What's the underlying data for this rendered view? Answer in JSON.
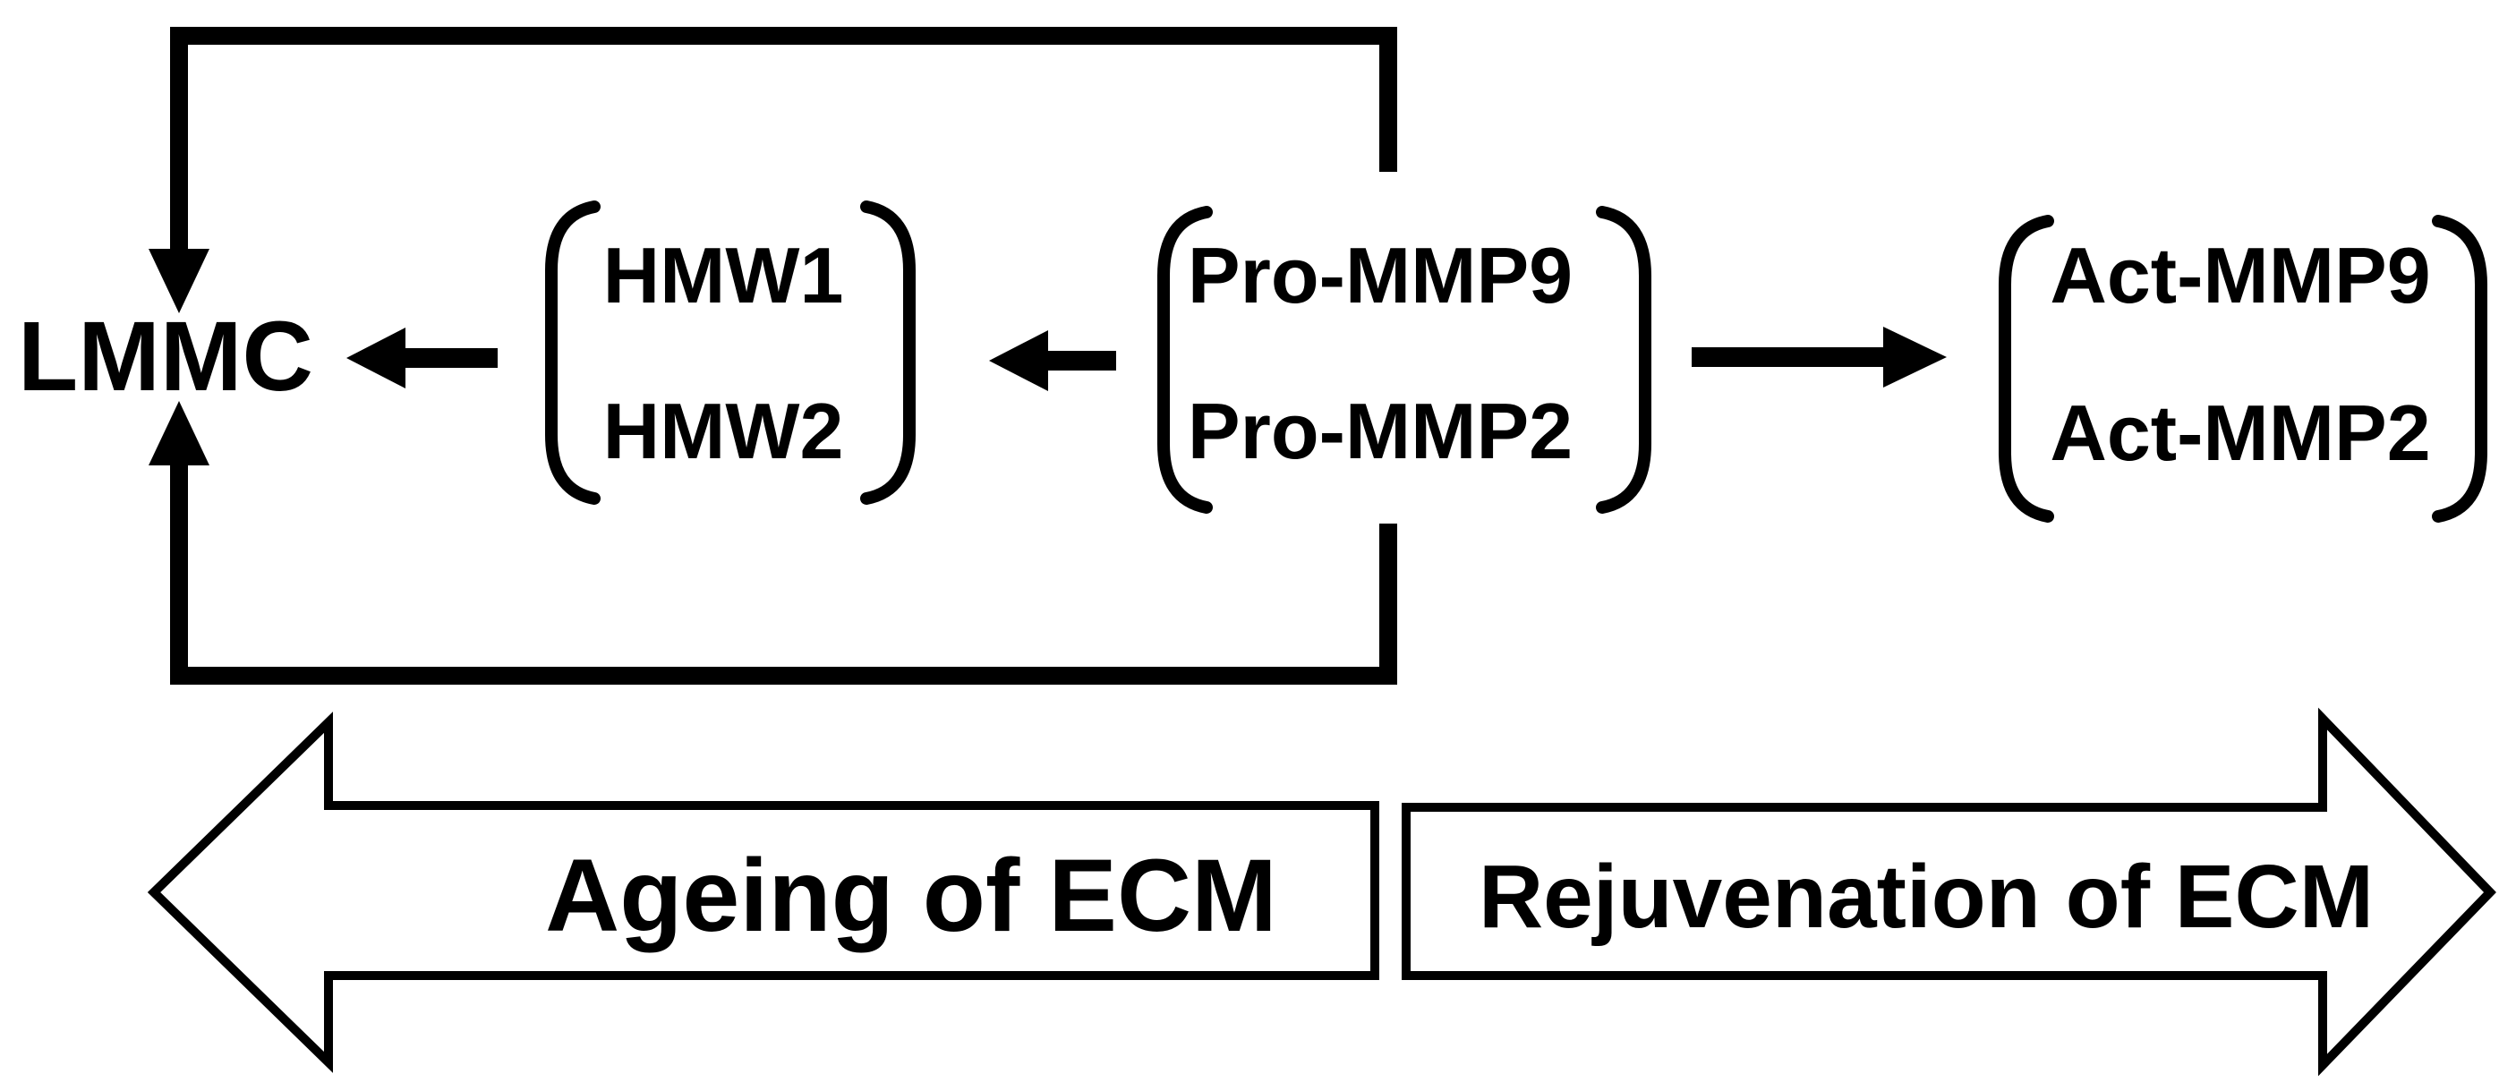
{
  "colors": {
    "ink": "#000000",
    "background": "#ffffff"
  },
  "diagram": {
    "lmmc_label": "LMMC",
    "groups": {
      "hmw": {
        "row1": "HMW1",
        "row2": "HMW2"
      },
      "pro": {
        "row1": "Pro-MMP9",
        "row2": "Pro-MMP2"
      },
      "act": {
        "row1": "Act-MMP9",
        "row2": "Act-MMP2"
      }
    },
    "axis_arrows": {
      "left_label": "Ageing of ECM",
      "right_label": "Rejuvenation of ECM"
    }
  }
}
